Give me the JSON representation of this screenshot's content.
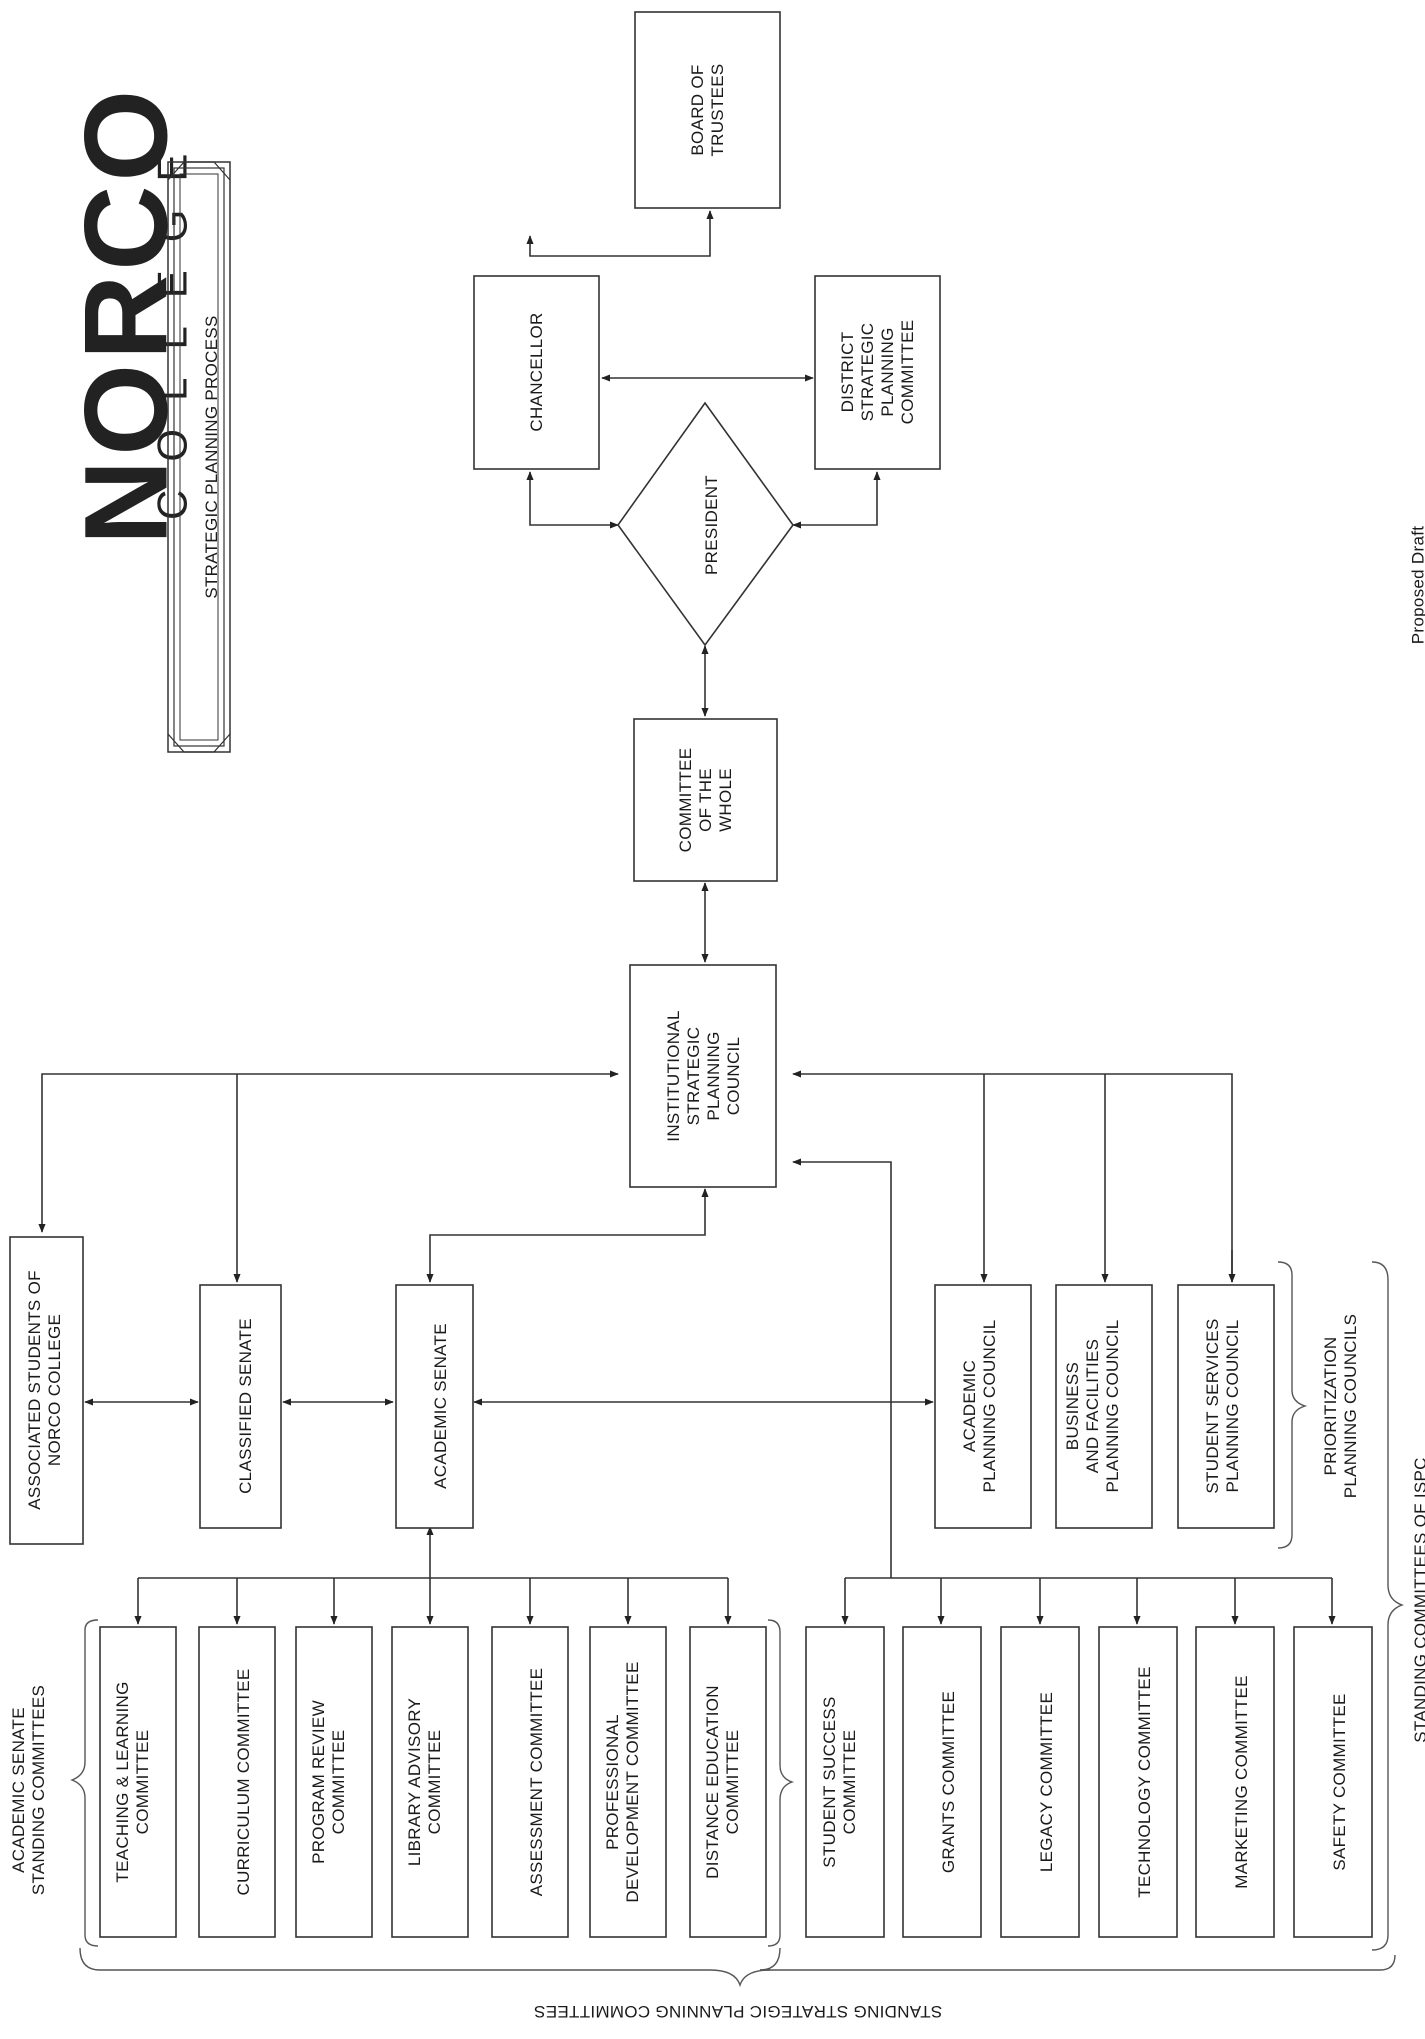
{
  "brand": {
    "name": "NORCO",
    "sub": "COLLEGE",
    "title": "STRATEGIC PLANNING PROCESS"
  },
  "boxes": {
    "board": "BOARD OF\nTRUSTEES",
    "chancellor": "CHANCELLOR",
    "district": "DISTRICT\nSTRATEGIC\nPLANNING\nCOMMITTEE",
    "president": "PRESIDENT",
    "cotw": "COMMITTEE\nOF THE\nWHOLE",
    "ispc": "INSTITUTIONAL\nSTRATEGIC\nPLANNING\nCOUNCIL",
    "asnc": "ASSOCIATED STUDENTS OF\nNORCO COLLEGE",
    "classified": "CLASSIFIED SENATE",
    "academic_senate": "ACADEMIC SENATE",
    "apc": "ACADEMIC\nPLANNING COUNCIL",
    "bfpc": "BUSINESS\nAND FACILITIES\nPLANNING COUNCIL",
    "sspc": "STUDENT SERVICES\nPLANNING COUNCIL",
    "tlc": "TEACHING & LEARNING\nCOMMITTEE",
    "curriculum": "CURRICULUM COMMITTEE",
    "program_review": "PROGRAM REVIEW\nCOMMITTEE",
    "library": "LIBRARY ADVISORY\nCOMMITTEE",
    "assessment": "ASSESSMENT COMMITTEE",
    "prof_dev": "PROFESSIONAL\nDEVELOPMENT COMMITTEE",
    "distance_ed": "DISTANCE EDUCATION\nCOMMITTEE",
    "student_success": "STUDENT SUCCESS\nCOMMITTEE",
    "grants": "GRANTS COMMITTEE",
    "legacy": "LEGACY COMMITTEE",
    "technology": "TECHNOLOGY COMMITTEE",
    "marketing": "MARKETING COMMITTEE",
    "safety": "SAFETY COMMITTEE"
  },
  "labels": {
    "as_standing": "ACADEMIC SENATE\nSTANDING COMMITTEES",
    "prioritization": "PRIORITIZATION\nPLANNING COUNCILS",
    "standing_ispc": "STANDING COMMITTEES OF ISPC",
    "standing_strategic": "STANDING STRATEGIC PLANNING COMMITTEES",
    "draft": "Proposed Draft"
  }
}
